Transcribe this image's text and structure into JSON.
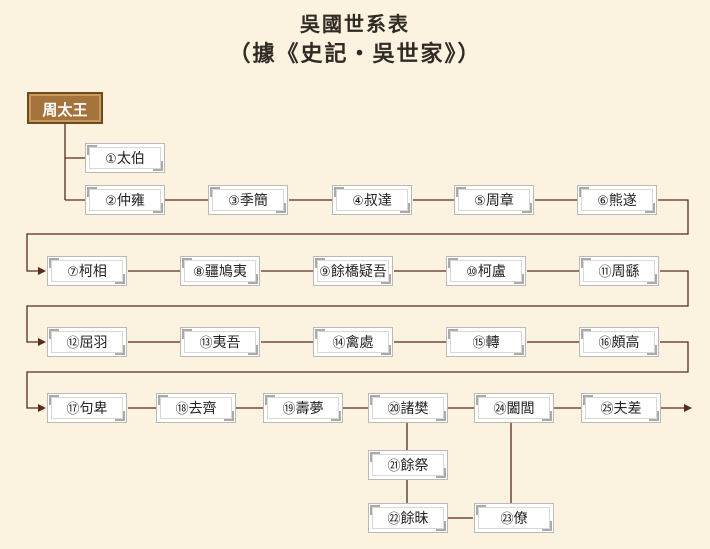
{
  "title": "吳國世系表",
  "subtitle": "（據《史記・吳世家》）",
  "root": "周太王",
  "nodes": [
    {
      "id": "1",
      "mark": "①",
      "name": "太伯"
    },
    {
      "id": "2",
      "mark": "②",
      "name": "仲雍"
    },
    {
      "id": "3",
      "mark": "③",
      "name": "季簡"
    },
    {
      "id": "4",
      "mark": "④",
      "name": "叔達"
    },
    {
      "id": "5",
      "mark": "⑤",
      "name": "周章"
    },
    {
      "id": "6",
      "mark": "⑥",
      "name": "熊遂"
    },
    {
      "id": "7",
      "mark": "⑦",
      "name": "柯相"
    },
    {
      "id": "8",
      "mark": "⑧",
      "name": "疆鳩夷"
    },
    {
      "id": "9",
      "mark": "⑨",
      "name": "餘橋疑吾"
    },
    {
      "id": "10",
      "mark": "⑩",
      "name": "柯盧"
    },
    {
      "id": "11",
      "mark": "⑪",
      "name": "周繇"
    },
    {
      "id": "12",
      "mark": "⑫",
      "name": "屈羽"
    },
    {
      "id": "13",
      "mark": "⑬",
      "name": "夷吾"
    },
    {
      "id": "14",
      "mark": "⑭",
      "name": "禽處"
    },
    {
      "id": "15",
      "mark": "⑮",
      "name": "轉"
    },
    {
      "id": "16",
      "mark": "⑯",
      "name": "頗高"
    },
    {
      "id": "17",
      "mark": "⑰",
      "name": "句卑"
    },
    {
      "id": "18",
      "mark": "⑱",
      "name": "去齊"
    },
    {
      "id": "19",
      "mark": "⑲",
      "name": "壽夢"
    },
    {
      "id": "20",
      "mark": "⑳",
      "name": "諸樊"
    },
    {
      "id": "21",
      "mark": "㉑",
      "name": "餘祭"
    },
    {
      "id": "22",
      "mark": "㉒",
      "name": "餘昧"
    },
    {
      "id": "23",
      "mark": "㉓",
      "name": "僚"
    },
    {
      "id": "24",
      "mark": "㉔",
      "name": "闔閭"
    },
    {
      "id": "25",
      "mark": "㉕",
      "name": "夫差"
    }
  ],
  "colors": {
    "background": "#fbf3e0",
    "root_fill": "#a4743c",
    "line": "#5a2a1c"
  }
}
